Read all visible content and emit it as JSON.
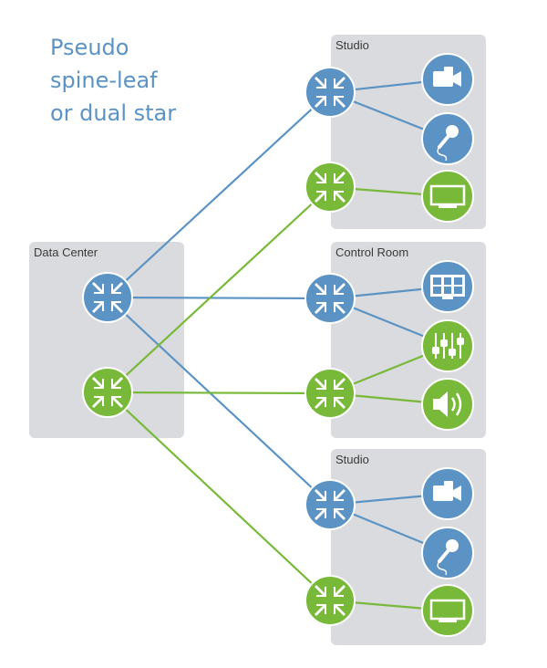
{
  "title": {
    "line1": "Pseudo",
    "line2": "spine-leaf",
    "line3": "or dual star"
  },
  "colors": {
    "blue": "#5b93c4",
    "green": "#78b93a",
    "panel": "#dadbde",
    "label": "#3a3a3a",
    "background": "#ffffff"
  },
  "panels": {
    "data_center": "Data Center",
    "studio_top": "Studio",
    "control_room": "Control Room",
    "studio_bottom": "Studio"
  },
  "switch_icon": "switch-arrows-icon",
  "device_icons": {
    "camera": "video-camera-icon",
    "microphone": "microphone-icon",
    "monitor": "monitor-icon",
    "multiviewer": "multiviewer-icon",
    "mixer": "audio-mixer-icon",
    "speaker": "speaker-icon"
  }
}
